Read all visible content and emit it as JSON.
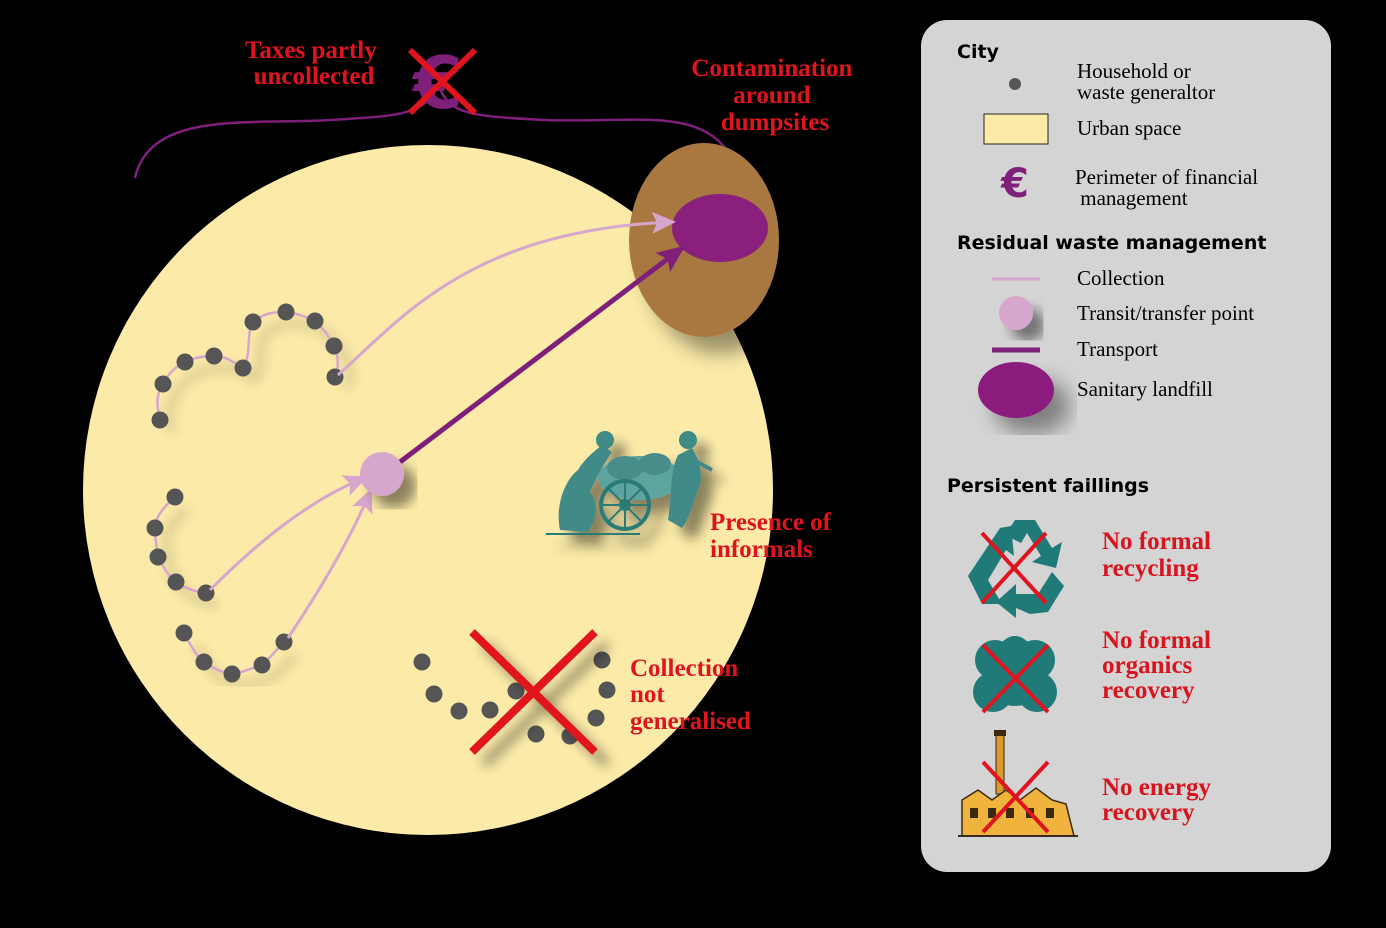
{
  "annotations": {
    "taxes": [
      "Taxes partly",
      "uncollected"
    ],
    "contamination": [
      "Contamination",
      "around",
      "dumpsites"
    ],
    "informals": [
      "Presence of",
      "informals"
    ],
    "collection": [
      "Collection",
      "not",
      "generalised"
    ]
  },
  "legend": {
    "city_heading": "City",
    "household": [
      "Household or",
      "waste generaltor"
    ],
    "urban_space": "Urban space",
    "perimeter": [
      "Perimeter of financial",
      " management"
    ],
    "euro_symbol": "€",
    "rwm_heading": "Residual waste management",
    "collection": "Collection",
    "transit": "Transit/transfer point",
    "transport": "Transport",
    "landfill": "Sanitary landfill",
    "failings_heading": "Persistent faillings",
    "no_recycling": [
      "No formal",
      "recycling"
    ],
    "no_organics": [
      "No formal",
      "organics",
      "recovery"
    ],
    "no_energy": [
      "No energy",
      "recovery"
    ]
  },
  "colors": {
    "background": "#000000",
    "urban_space": "#fbeaa8",
    "dot": "#555555",
    "collection": "#d7a6cc",
    "transport": "#7e1f7a",
    "landfill": "#8b1f7e",
    "dumpsite": "#a87840",
    "cross": "#e0141e",
    "teal": "#1f7a78",
    "legend_panel": "#d4d4d4"
  },
  "icons": {
    "euro": "euro-icon",
    "recycling": "recycling-icon",
    "organics": "organics-icon",
    "factory": "factory-icon",
    "informal_workers": "cart-pushers-icon"
  }
}
